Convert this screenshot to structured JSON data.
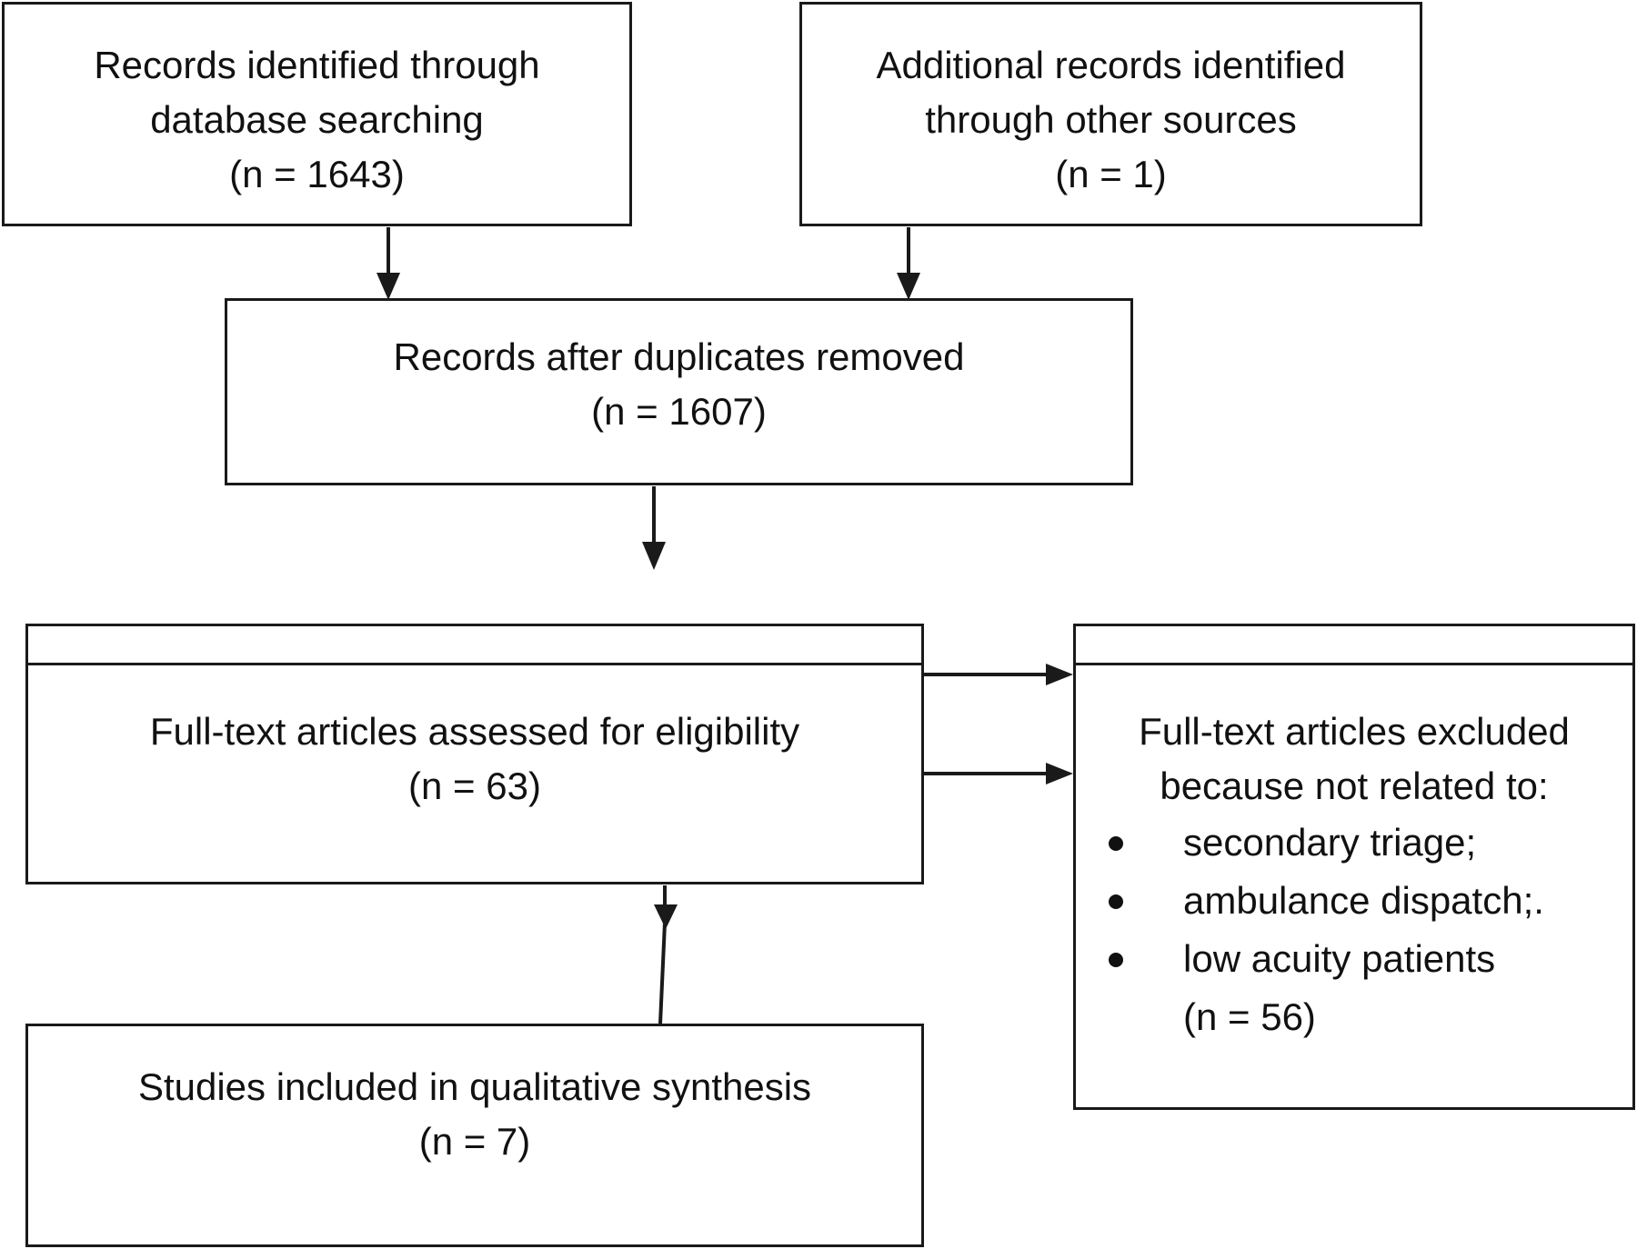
{
  "nodes": {
    "database": {
      "line1": "Records identified through",
      "line2": "database searching",
      "count": "(n = 1643)"
    },
    "other_sources": {
      "line1": "Additional records identified",
      "line2": "through other sources",
      "count": "(n = 1)"
    },
    "dedup": {
      "line1": "Records after duplicates removed",
      "count": "(n = 1607)"
    },
    "assessed": {
      "line1": "Full-text articles assessed for eligibility",
      "count": "(n = 63)"
    },
    "excluded": {
      "line1": "Full-text articles excluded",
      "line2": "because not related to:",
      "reasons": [
        "secondary triage;",
        "ambulance dispatch;.",
        "low acuity patients"
      ],
      "count": "(n = 56)"
    },
    "included": {
      "line1": "Studies included in qualitative synthesis",
      "count": "(n = 7)"
    }
  },
  "colors": {
    "stroke": "#1a1a1a",
    "background": "#ffffff"
  }
}
